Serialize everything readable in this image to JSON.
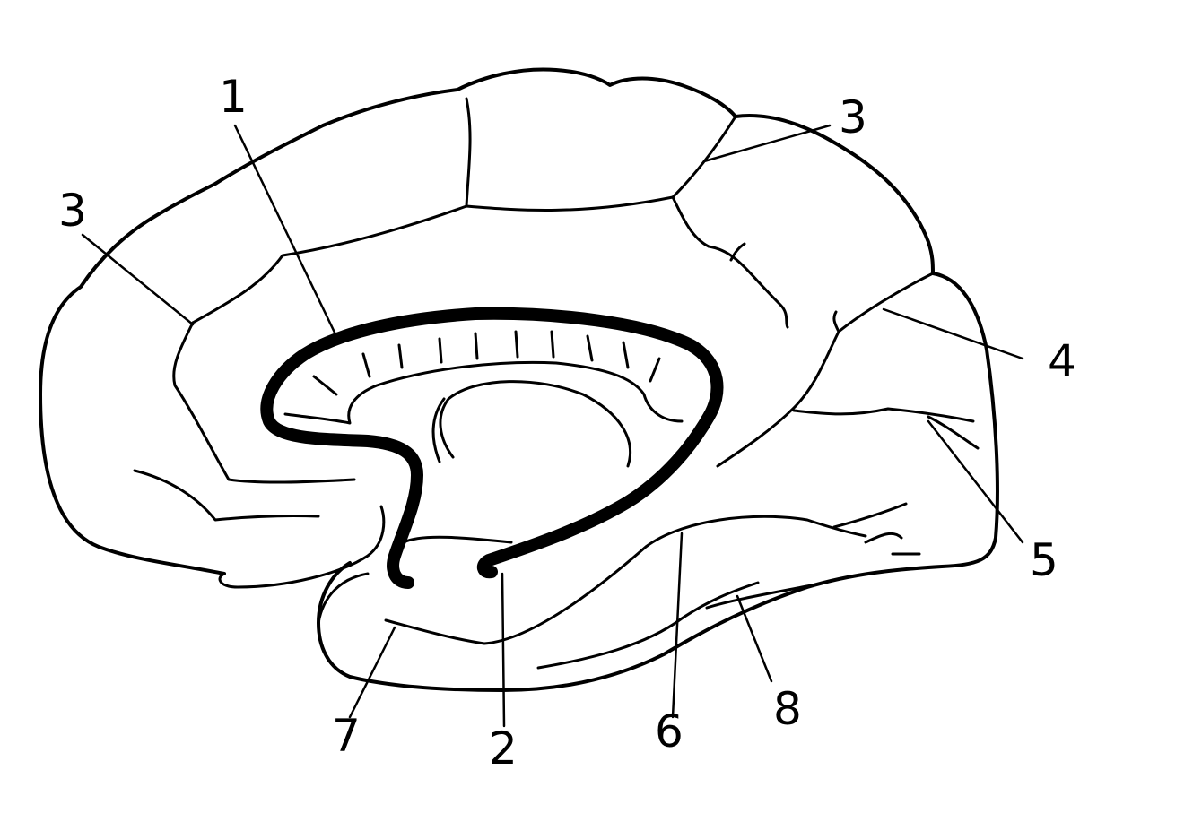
{
  "labels": {
    "l1": "1",
    "l2": "2",
    "l3_left": "3",
    "l3_right": "3",
    "l4": "4",
    "l5": "5",
    "l6": "6",
    "l7": "7",
    "l8": "8"
  }
}
